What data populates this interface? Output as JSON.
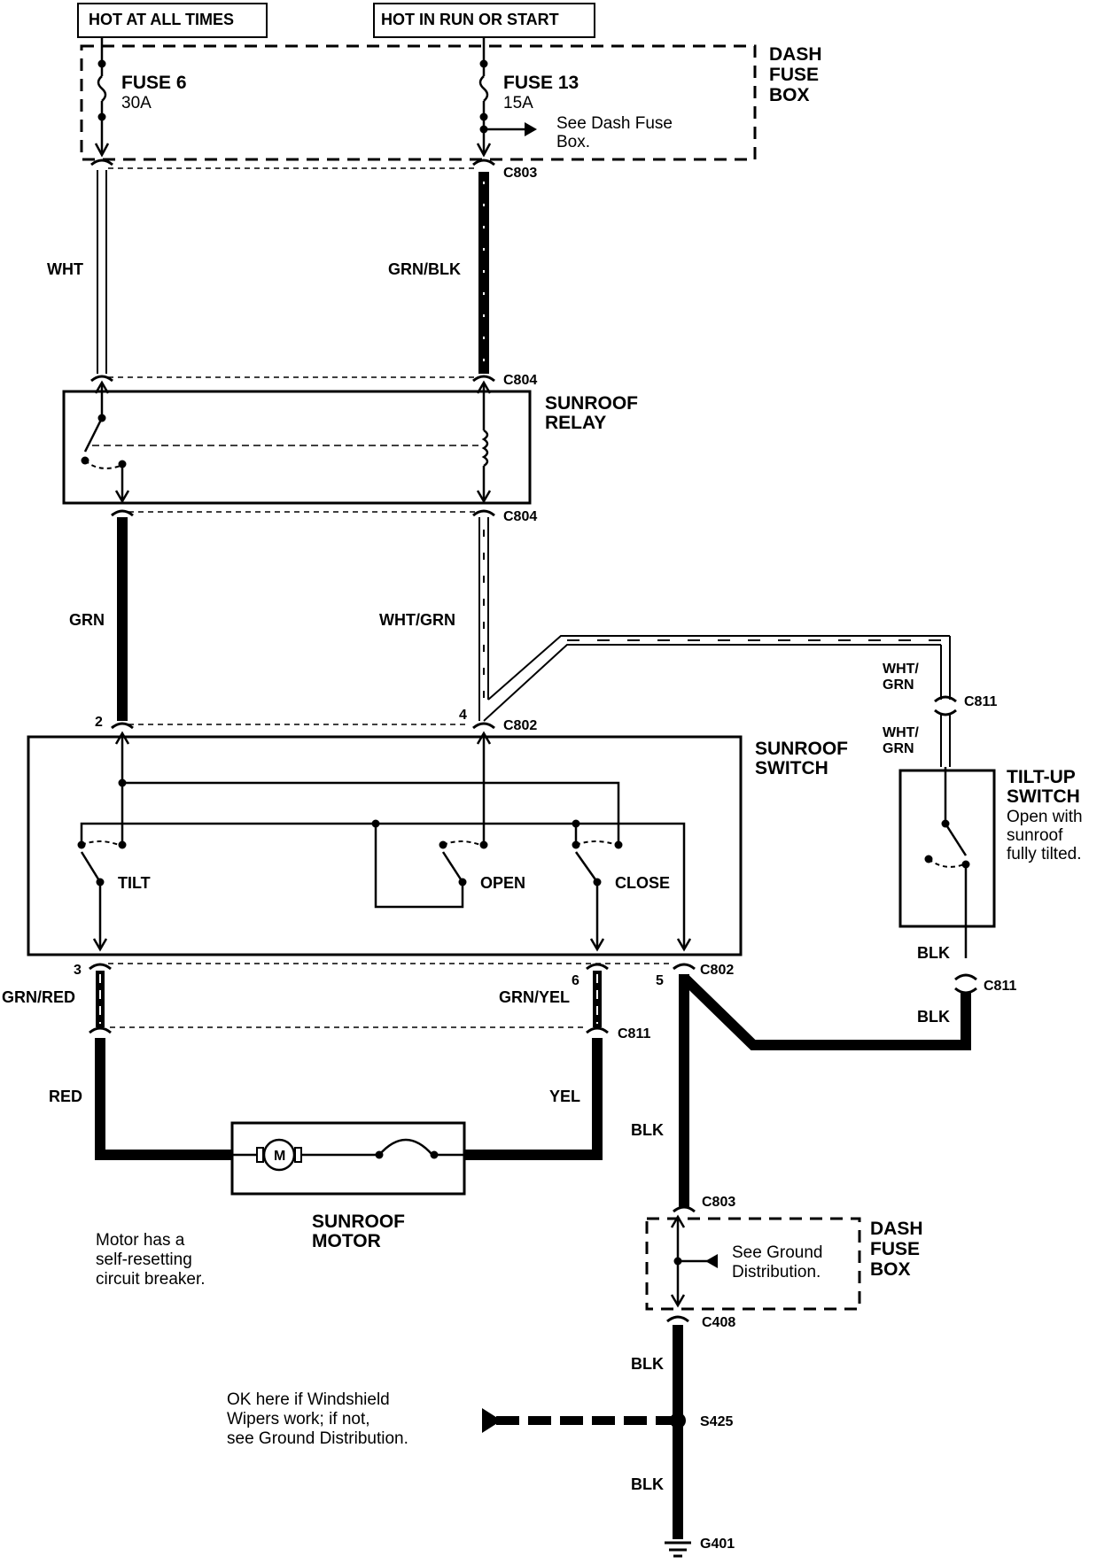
{
  "power": {
    "hot_at_all_times": "HOT AT ALL TIMES",
    "hot_in_run_or_start": "HOT IN RUN OR START"
  },
  "dash_fuse_box_top": {
    "label_line1": "DASH",
    "label_line2": "FUSE",
    "label_line3": "BOX",
    "fuse6_name": "FUSE 6",
    "fuse6_rating": "30A",
    "fuse13_name": "FUSE 13",
    "fuse13_rating": "15A",
    "see_note_line1": "See Dash Fuse",
    "see_note_line2": "Box."
  },
  "connectors": {
    "c803_top": "C803",
    "c804_top": "C804",
    "c804_bottom": "C804",
    "c802_top": "C802",
    "c811_right_top": "C811",
    "c802_bottom": "C802",
    "c811_right_bottom": "C811",
    "c811_motor": "C811",
    "c803_bottom": "C803",
    "c408": "C408",
    "s425": "S425",
    "g401": "G401"
  },
  "pins": {
    "pin2": "2",
    "pin4": "4",
    "pin3": "3",
    "pin6": "6",
    "pin5": "5"
  },
  "wires": {
    "wht": "WHT",
    "grn_blk": "GRN/BLK",
    "grn": "GRN",
    "wht_grn": "WHT/GRN",
    "wht_grn_upper_l1": "WHT/",
    "wht_grn_upper_l2": "GRN",
    "wht_grn_lower_l1": "WHT/",
    "wht_grn_lower_l2": "GRN",
    "grn_red": "GRN/RED",
    "grn_yel": "GRN/YEL",
    "red": "RED",
    "yel": "YEL",
    "blk_tilt_upper": "BLK",
    "blk_tilt_lower": "BLK",
    "blk_main": "BLK",
    "blk_c408": "BLK",
    "blk_g401": "BLK"
  },
  "components": {
    "relay_l1": "SUNROOF",
    "relay_l2": "RELAY",
    "switch_l1": "SUNROOF",
    "switch_l2": "SWITCH",
    "tilt": "TILT",
    "open": "OPEN",
    "close": "CLOSE",
    "tiltup_l1": "TILT-UP",
    "tiltup_l2": "SWITCH",
    "tiltup_note_l1": "Open with",
    "tiltup_note_l2": "sunroof",
    "tiltup_note_l3": "fully tilted.",
    "motor_l1": "SUNROOF",
    "motor_l2": "MOTOR",
    "motor_symbol": "M",
    "motor_note_l1": "Motor has a",
    "motor_note_l2": "self-resetting",
    "motor_note_l3": "circuit breaker."
  },
  "dash_fuse_box_bottom": {
    "label_line1": "DASH",
    "label_line2": "FUSE",
    "label_line3": "BOX",
    "see_note_line1": "See Ground",
    "see_note_line2": "Distribution."
  },
  "ground_note": {
    "line1": "OK here if Windshield",
    "line2": "Wipers work; if not,",
    "line3": "see Ground Distribution."
  }
}
